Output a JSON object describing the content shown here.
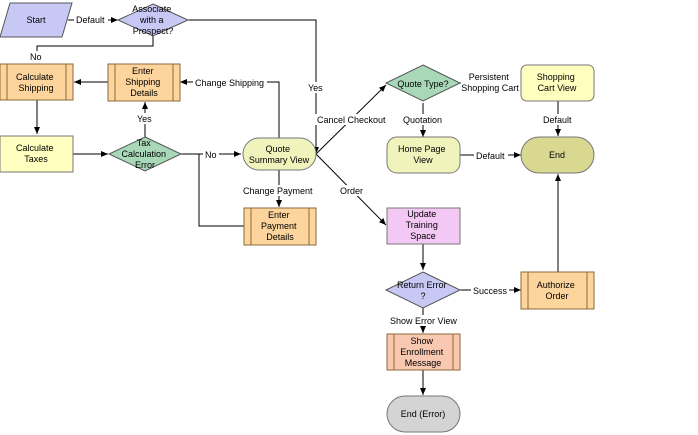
{
  "nodes": {
    "start": "Start",
    "associate": [
      "Associate",
      "with a",
      "Prospect?"
    ],
    "calc_shipping": [
      "Calculate",
      "Shipping"
    ],
    "enter_shipping": [
      "Enter",
      "Shipping",
      "Details"
    ],
    "calc_taxes": [
      "Calculate",
      "Taxes"
    ],
    "tax_error": [
      "Tax",
      "Calculation",
      "Error"
    ],
    "quote_summary": [
      "Quote",
      "Summary View"
    ],
    "enter_payment": [
      "Enter",
      "Payment",
      "Details"
    ],
    "quote_type": "Quote Type?",
    "shopping_cart": [
      "Shopping",
      "Cart View"
    ],
    "home_page": [
      "Home Page",
      "View"
    ],
    "end": "End",
    "update_training": [
      "Update",
      "Training",
      "Space"
    ],
    "return_error": [
      "Return Error",
      "?"
    ],
    "authorize_order": [
      "Authorize",
      "Order"
    ],
    "show_enrollment": [
      "Show",
      "Enrollment",
      "Message"
    ],
    "end_error": "End (Error)"
  },
  "edges": {
    "default_start": "Default",
    "no_associate": "No",
    "yes_associate": "Yes",
    "change_shipping": "Change Shipping",
    "yes_tax": "Yes",
    "no_tax": "No",
    "cancel_checkout": "Cancel Checkout",
    "change_payment": "Change Payment",
    "order": "Order",
    "persistent_cart": [
      "Persistent",
      "Shopping Cart"
    ],
    "quotation": "Quotation",
    "default_home": "Default",
    "default_cart": "Default",
    "success": "Success",
    "show_error_view": "Show Error View"
  },
  "colors": {
    "start": "#c8c8f4",
    "decision_purple": "#c8c8f4",
    "decision_green": "#a8d8b8",
    "subprocess": "#fcd49c",
    "task_yellow": "#ffffc0",
    "view": "#f0f4bc",
    "end": "#d8d890",
    "update": "#f4c8f4",
    "enrollment": "#f8c8b0",
    "end_error": "#d4d4d4"
  }
}
